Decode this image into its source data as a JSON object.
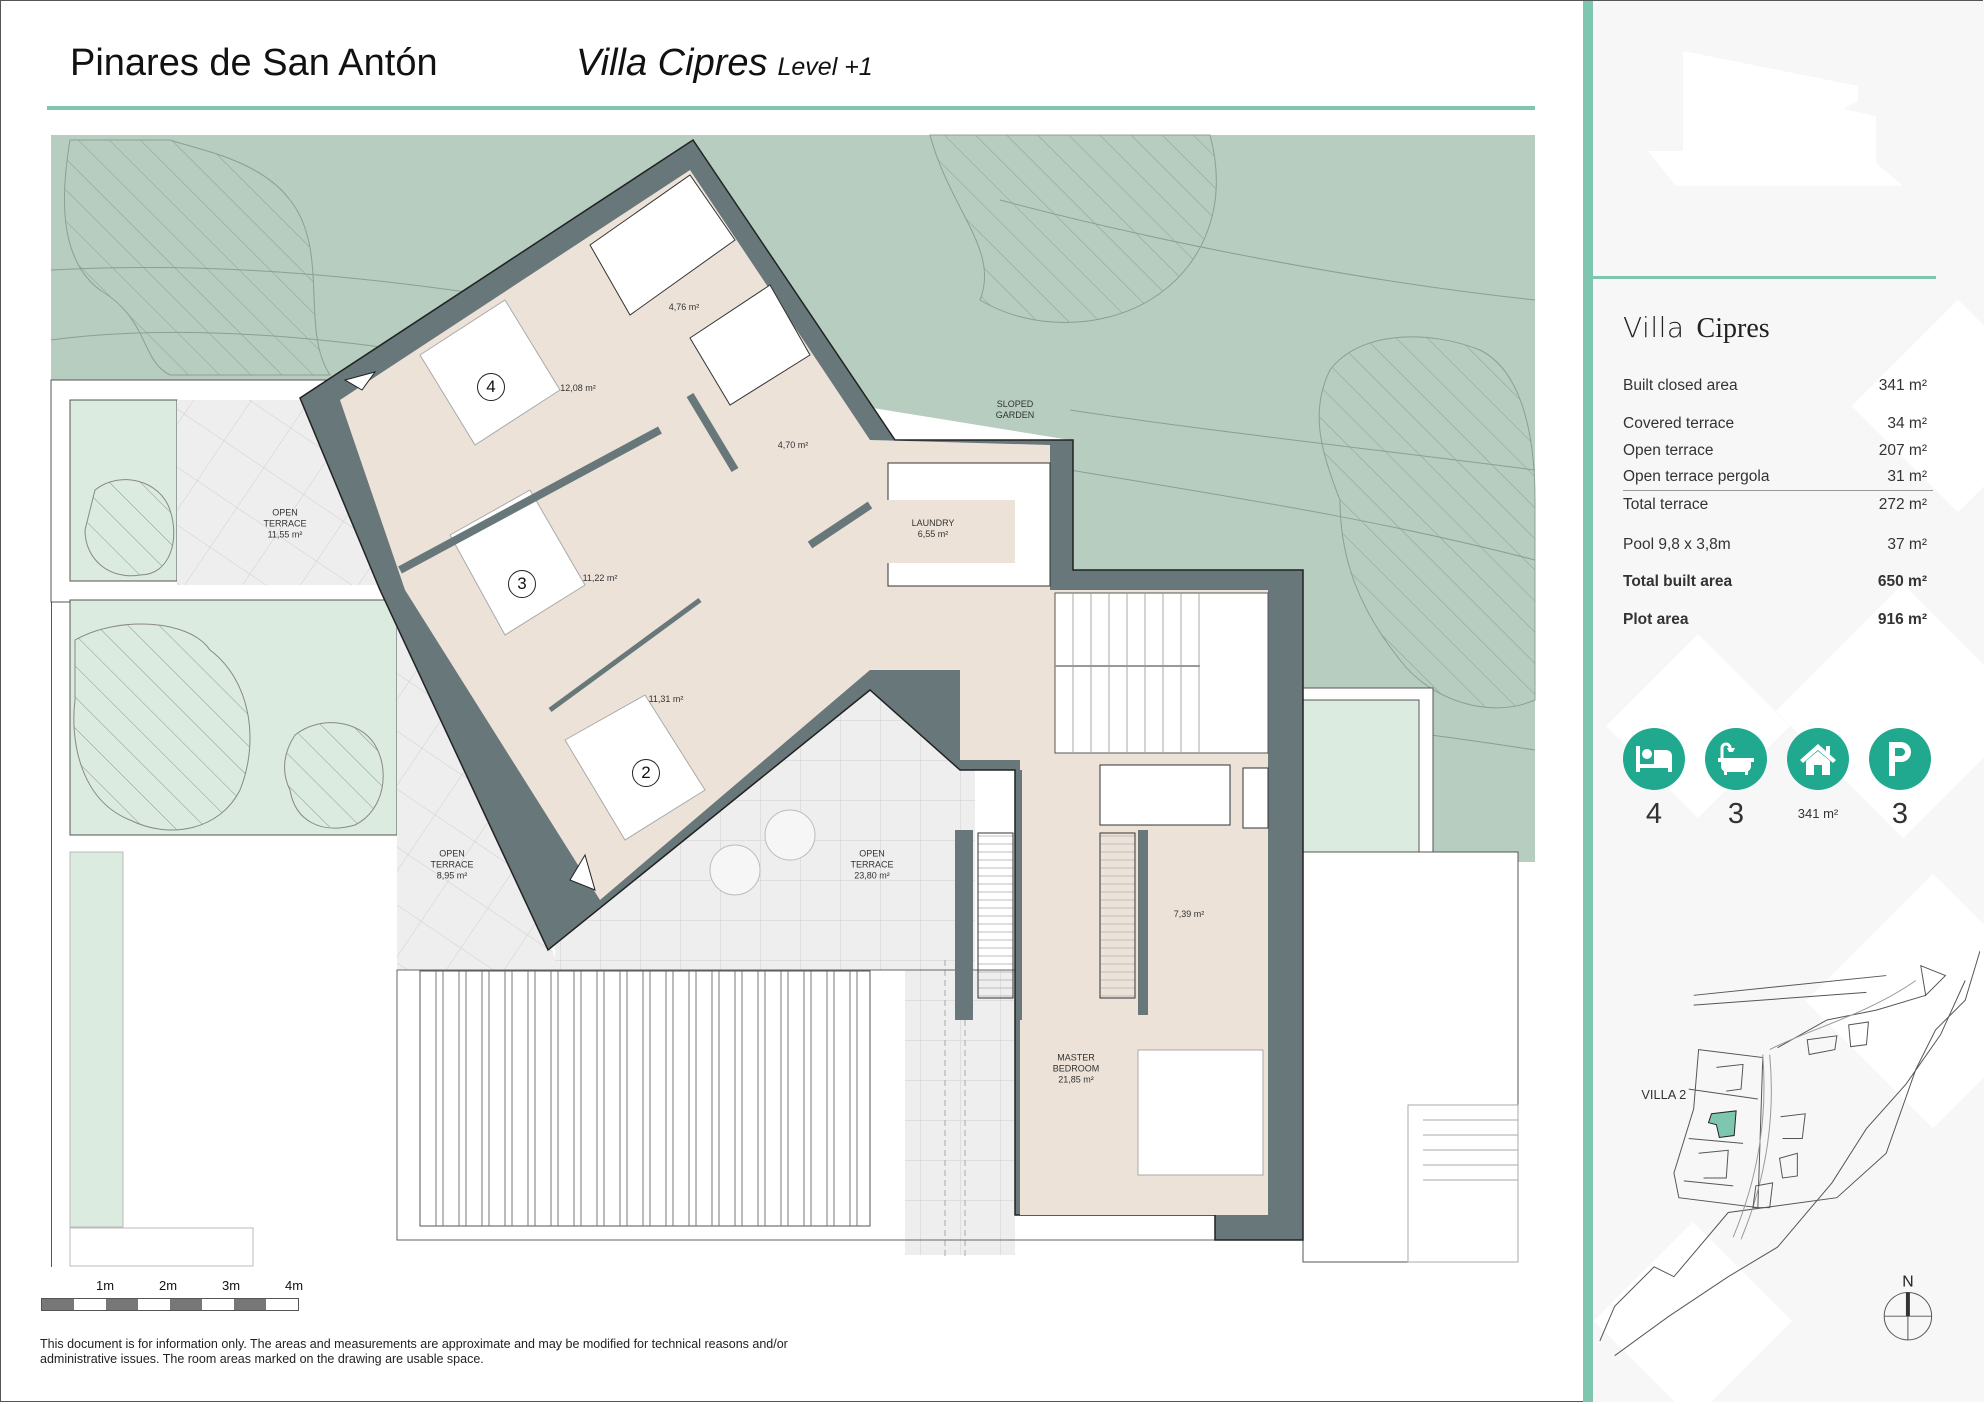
{
  "header": {
    "project_title": "Pinares de San Antón",
    "villa_title": "Villa Cipres",
    "level": "Level +1"
  },
  "plan": {
    "labels": {
      "sloped_garden": "SLOPED\nGARDEN",
      "laundry": "LAUNDRY\n6,55 m²",
      "open_terrace_nw": "OPEN\nTERRACE\n11,55 m²",
      "open_terrace_w": "OPEN\nTERRACE\n8,95 m²",
      "open_terrace_s": "OPEN\nTERRACE\n23,80 m²",
      "master_bedroom": "MASTER\nBEDROOM\n21,85 m²"
    },
    "areas": {
      "bath_4": "4,76 m²",
      "bedroom_4": "12,08 m²",
      "bath_3": "4,70 m²",
      "bedroom_3": "11,22 m²",
      "bedroom_2": "11,31 m²",
      "master_bath": "7,39 m²"
    },
    "room_numbers": {
      "bedroom_4": "4",
      "bedroom_3": "3",
      "bedroom_2": "2"
    }
  },
  "scale_bar": {
    "labels": [
      "1m",
      "2m",
      "3m",
      "4m"
    ]
  },
  "disclaimer": "This document is for information only. The areas and measurements are approximate and may be modified for technical reasons and/or administrative issues. The room areas marked on the drawing are usable space.",
  "panel": {
    "title_light": "Villa",
    "title_serif": "Cipres",
    "areas": [
      {
        "label": "Built closed area",
        "value": "341 m²",
        "bold": false
      },
      {
        "label": "Covered terrace",
        "value": "34 m²",
        "bold": false
      },
      {
        "label": "Open terrace",
        "value": "207 m²",
        "bold": false
      },
      {
        "label": "Open terrace pergola",
        "value": "31 m²",
        "bold": false
      },
      {
        "label": "Total terrace",
        "value": "272 m²",
        "bold": false
      },
      {
        "label": "Pool 9,8 x 3,8m",
        "value": "37 m²",
        "bold": false
      },
      {
        "label": "Total built area",
        "value": "650 m²",
        "bold": true
      },
      {
        "label": "Plot area",
        "value": "916 m²",
        "bold": true
      }
    ],
    "features": [
      {
        "icon": "bed-icon",
        "value": "4"
      },
      {
        "icon": "bathtub-icon",
        "value": "3"
      },
      {
        "icon": "house-icon",
        "value": "341 m²"
      },
      {
        "icon": "parking-icon",
        "value": "3"
      }
    ],
    "site_map": {
      "label": "VILLA 2",
      "north": "N"
    }
  },
  "colors": {
    "accent": "#7fc6b1",
    "icon_fill": "#20a98e",
    "wall": "#67777a",
    "interior": "#ede2d8",
    "garden": "#b6cdbf",
    "planter": "#dcebdf",
    "terrace": "#eeeeee",
    "panel_bg": "#f7f7f7"
  }
}
